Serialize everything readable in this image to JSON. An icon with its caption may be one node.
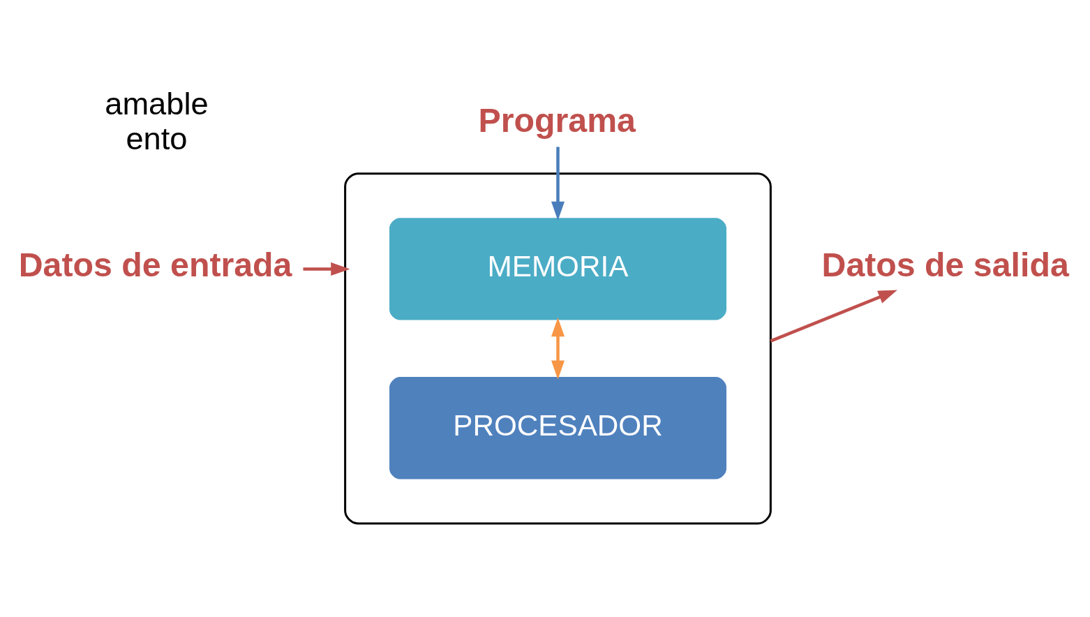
{
  "diagram": {
    "nodes": [
      {
        "text": [],
        "shape": "box"
      },
      {
        "text": [
          "MEMORIA"
        ],
        "in": 0
      },
      {
        "text": [
          "PROCESADOR"
        ],
        "in": 0
      },
      {
        "text": [
          "Programa"
        ]
      },
      {
        "text": [
          "Datos de entrada"
        ]
      },
      {
        "text": [
          "Datos de salida"
        ]
      }
    ],
    "edges": [
      {
        "from": 3,
        "to": 1,
        "arrow": "to",
        "color": "#4a7ebb"
      },
      {
        "from": 1,
        "to": 2,
        "arrow": "both",
        "color": "#f79646"
      },
      {
        "from": 4,
        "to": 0,
        "arrow": "to",
        "color": "#c0504d"
      },
      {
        "from": 0,
        "to": 5,
        "arrow": "to",
        "color": "#c0504d"
      }
    ],
    "labels": [
      "amable",
      "ento"
    ]
  }
}
